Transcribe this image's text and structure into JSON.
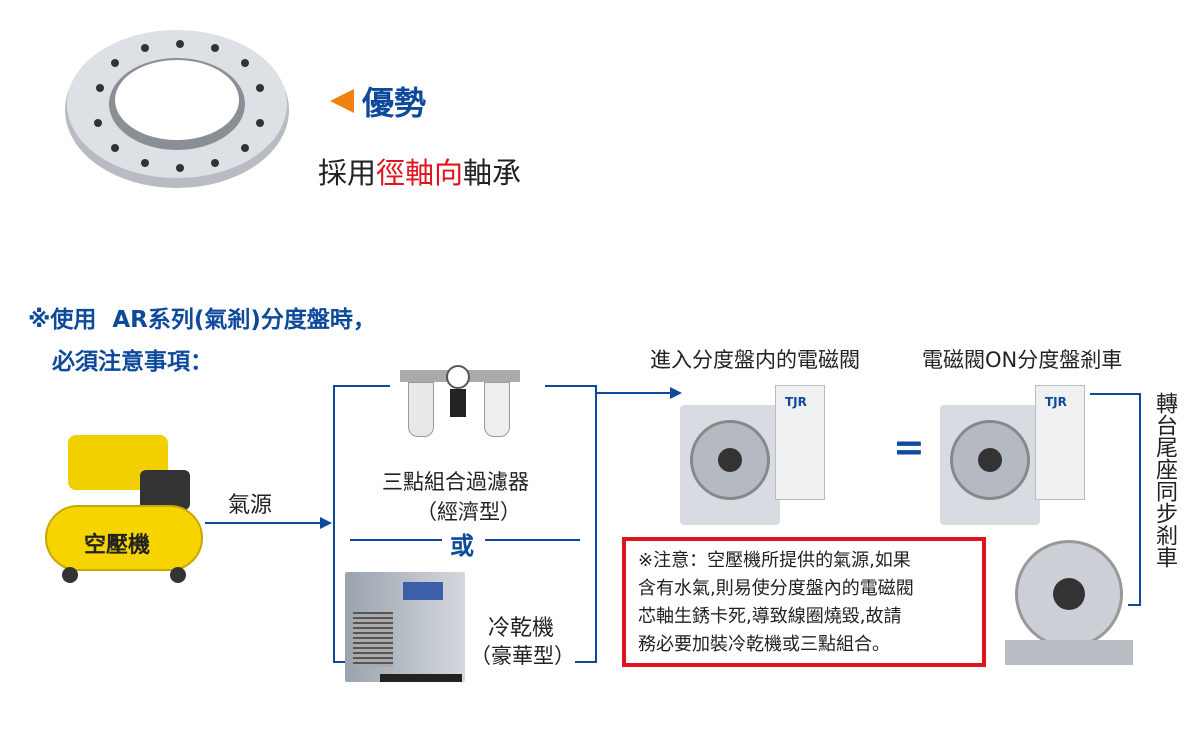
{
  "advantage": {
    "title": "優勢",
    "line_prefix": "採用",
    "line_highlight": "徑軸向",
    "line_suffix": "軸承"
  },
  "notice": {
    "line1": "※使用  AR系列(氣剎)分度盤時，",
    "line2": "必須注意事項："
  },
  "compressor": {
    "label": "空壓機",
    "air_source": "氣源"
  },
  "filter": {
    "label": "三點組合過濾器",
    "sub": "（經濟型）"
  },
  "or_label": "或",
  "dryer": {
    "label": "冷乾機",
    "sub": "（豪華型）"
  },
  "rotary": {
    "left_title": "進入分度盤内的電磁閥",
    "right_title": "電磁閥ON分度盤剎車",
    "equals": "=",
    "brand": "TJR"
  },
  "tailstock_label": "轉台尾座同步剎車",
  "warning": {
    "lines": [
      "※注意：空壓機所提供的氣源,如果",
      "含有水氣,則易使分度盤內的電磁閥",
      "芯軸生銹卡死,導致線圈燒毀,故請",
      "務必要加裝冷乾機或三點組合。"
    ]
  },
  "colors": {
    "blue": "#0e4a9c",
    "red": "#e0141e",
    "orange": "#f08010"
  }
}
